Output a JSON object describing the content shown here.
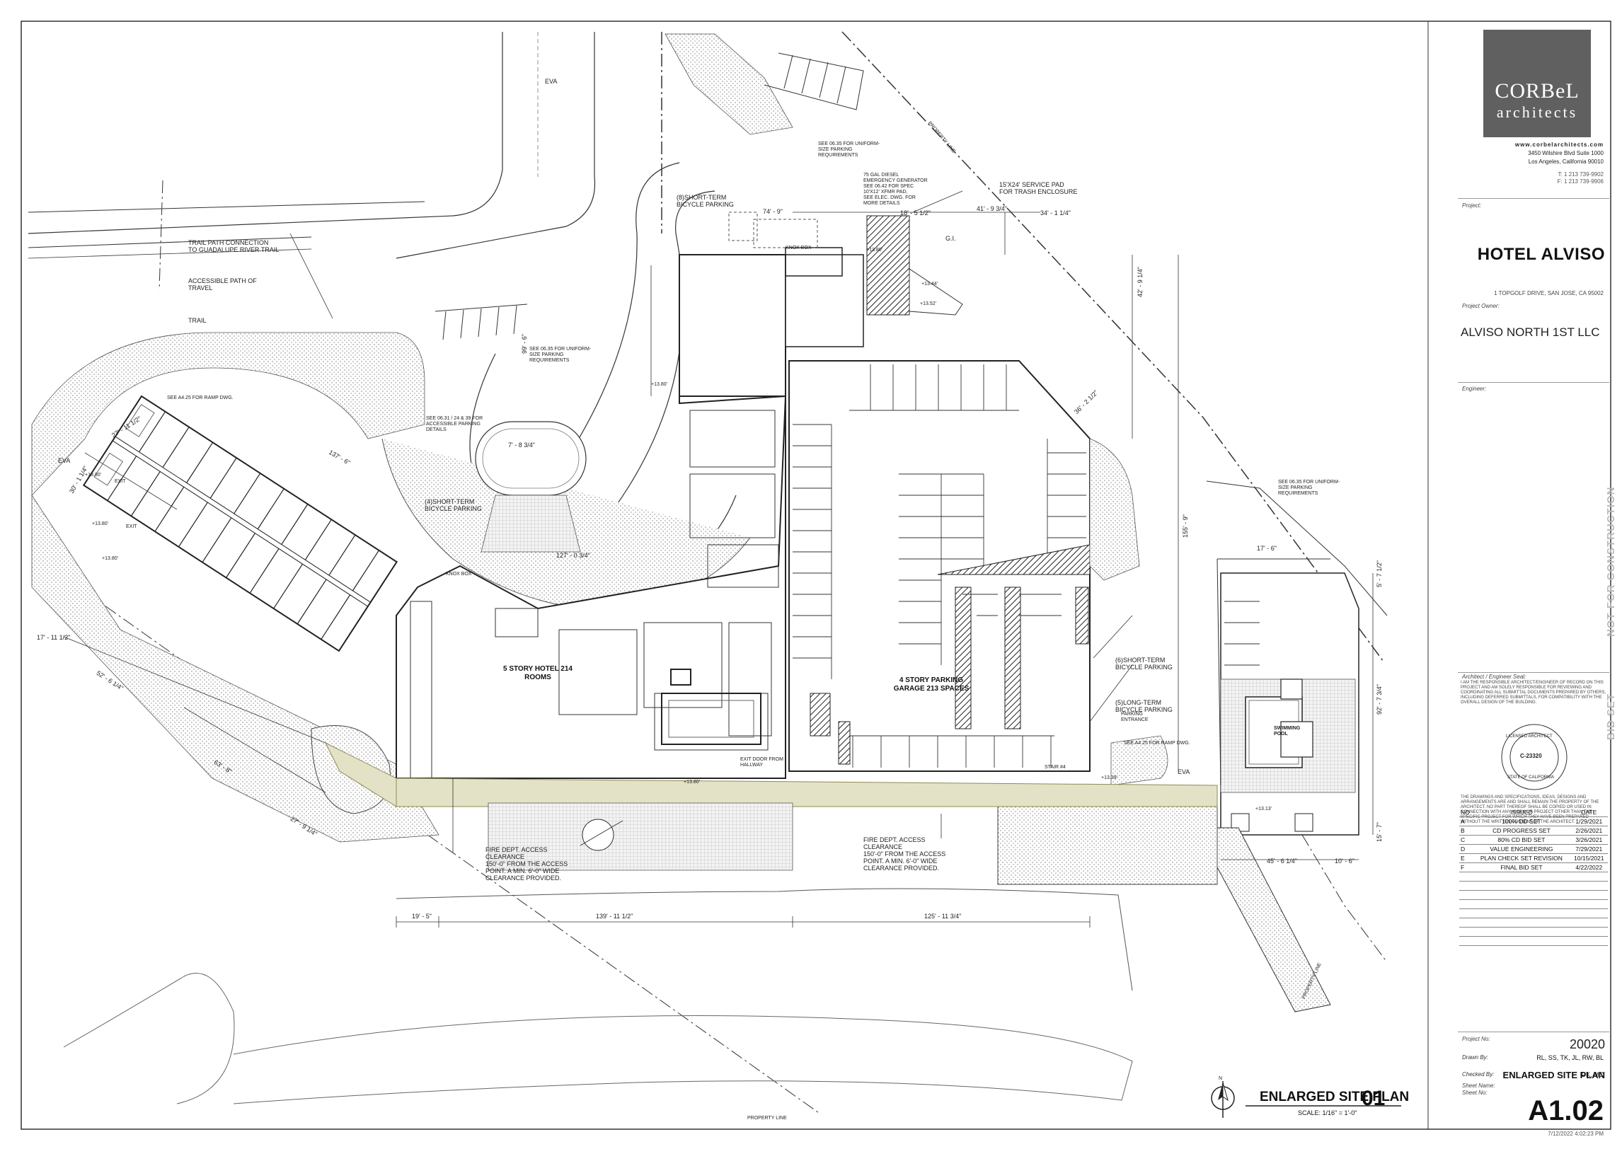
{
  "firm": {
    "name": "CORBeL",
    "sub": "architects",
    "website": "www.corbelarchitects.com",
    "address1": "3450 Wilshire Blvd Suite 1000",
    "address2": "Los Angeles, California 90010",
    "phone": "T: 1 213 739-9902",
    "fax": "F: 1 213 739-9906"
  },
  "project": {
    "label": "Project:",
    "name": "HOTEL ALVISO",
    "address": "1 TOPGOLF DRIVE, SAN JOSE, CA 95002",
    "owner_label": "Project Owner:",
    "owner": "ALVISO NORTH 1ST LLC",
    "engineer_label": "Engineer:",
    "seal_label": "Architect / Engineer Seal:",
    "seal_text": "I AM THE RESPONSIBLE ARCHITECT/ENGINEER OF RECORD ON THIS PROJECT AND AM SOLELY RESPONSIBLE FOR REVIEWING AND COORDINATING ALL SUBMITTAL DOCUMENTS PREPARED BY OTHERS, INCLUDING DEFERRED SUBMITTALS, FOR COMPATIBILITY WITH THE OVERALL DESIGN OF THE BUILDING.",
    "seal_number": "C-23320",
    "seal_top": "LICENSED ARCHITECT",
    "seal_bottom": "STATE OF CALIFORNIA",
    "rights_text": "THE DRAWINGS AND SPECIFICATIONS, IDEAS, DESIGNS AND ARRANGEMENTS ARE AND SHALL REMAIN THE PROPERTY OF THE ARCHITECT. NO PART THEREOF SHALL BE COPIED OR USED IN CONNECTION WITH ANY WORK OR PROJECT OTHER THAN THE SPECIFIC PROJECT FOR WHICH THEY HAVE BEEN PREPARED WITHOUT THE WRITTEN CONSENT OF THE ARCHITECT."
  },
  "stamps": {
    "not_for_construction": "NOT FOR CONSTRUCTION",
    "bid_set": "BID SET"
  },
  "revisions": {
    "headers": [
      "NO",
      "ISSUED",
      "DATE"
    ],
    "rows": [
      [
        "A",
        "100% DD SET",
        "1/29/2021"
      ],
      [
        "B",
        "CD PROGRESS SET",
        "2/26/2021"
      ],
      [
        "C",
        "80% CD BID SET",
        "3/26/2021"
      ],
      [
        "D",
        "VALUE ENGINEERING",
        "7/29/2021"
      ],
      [
        "E",
        "PLAN CHECK SET REVISION",
        "10/15/2021"
      ],
      [
        "F",
        "FINAL BID SET",
        "4/22/2022"
      ]
    ]
  },
  "info": {
    "project_no_label": "Project No:",
    "project_no": "20020",
    "drawn_label": "Drawn By:",
    "drawn": "RL, SS, TK, JL, RW, BL",
    "checked_label": "Checked By:",
    "checked": "DK, MC",
    "sheet_name_label": "Sheet Name:",
    "sheet_name": "ENLARGED SITE PLAN",
    "sheet_no_label": "Sheet No:",
    "sheet_no": "A1.02",
    "timestamp": "7/12/2022 4:02:23 PM"
  },
  "plan_title": {
    "name": "ENLARGED SITE PLAN",
    "number": "01",
    "scale": "SCALE:  1/16\" = 1'-0\"",
    "north": "N"
  },
  "labels": {
    "trail_connection": "TRAIL PATH CONNECTION\nTO GUADALUPE RIVER TRAIL",
    "accessible_path": "ACCESSIBLE PATH OF\nTRAVEL",
    "trail": "TRAIL",
    "eva_top": "EVA",
    "eva_left": "EVA",
    "eva_right": "EVA",
    "uniform_parking_1": "SEE 06.35 FOR UNIFORM-\nSIZE PARKING\nREQUIREMENTS",
    "uniform_parking_2": "SEE 06.35 FOR UNIFORM-\nSIZE PARKING\nREQUIREMENTS",
    "uniform_parking_3": "SEE 06.35 FOR UNIFORM-\nSIZE PARKING\nREQUIREMENTS",
    "generator": "75 GAL DIESEL\nEMERGENCY GENERATOR\nSEE 06.42 FOR SPEC\n10'X12' XFMR PAD,\nSEE ELEC. DWG. FOR\nMORE DETAILS",
    "short_term_8": "(8)SHORT-TERM\nBICYCLE PARKING",
    "short_term_4": "(4)SHORT-TERM\nBICYCLE PARKING",
    "short_term_6": "(6)SHORT-TERM\nBICYCLE PARKING",
    "long_term_5": "(5)LONG-TERM\nBICYCLE PARKING",
    "service_pad": "15'X24' SERVICE PAD\nFOR TRASH ENCLOSURE",
    "gi": "G.I.",
    "knox_box_1": "KNOX BOX",
    "knox_box_2": "KNOX BOX",
    "ramp_dwg_1": "SEE A4.25 FOR RAMP DWG.",
    "ramp_dwg_2": "SEE A4.25 FOR RAMP DWG.",
    "accessible_parking": "SEE 06.31 / 24 & 39 FOR\nACCESSIBLE PARKING\nDETAILS",
    "hotel": "5 STORY HOTEL\n214 ROOMS",
    "garage": "4 STORY\nPARKING GARAGE\n213 SPACES",
    "parking_entrance": "PARKING\nENTRANCE",
    "swimming_pool": "SWIMMING\nPOOL",
    "exit_door": "EXIT DOOR FROM\nHALLWAY",
    "fire_access_1": "FIRE DEPT. ACCESS\nCLEARANCE\n150'-0\" FROM THE ACCESS\nPOINT. A MIN. 6'-0\" WIDE\nCLEARANCE PROVIDED.",
    "fire_access_2": "FIRE DEPT. ACCESS\nCLEARANCE\n150'-0\" FROM THE ACCESS\nPOINT. A MIN. 6'-0\" WIDE\nCLEARANCE PROVIDED.",
    "property_line_top": "PROPERTY LINE",
    "property_line_bottom": "PROPERTY LINE",
    "property_line_right": "PROPERTY LINE",
    "exit_1": "EXIT",
    "exit_2": "EXIT",
    "stair": "STAIR #4"
  },
  "dimensions": {
    "d1": "19' - 5\"",
    "d2": "139' - 11 1/2\"",
    "d3": "125' - 11 3/4\"",
    "d4": "41' - 9 3/4\"",
    "d5": "34' - 1 1/4\"",
    "d6": "18' - 5 1/2\"",
    "d7": "74' - 9\"",
    "d8": "42' - 9 1/4\"",
    "d9": "155' - 9\"",
    "d10": "92' - 7 3/4\"",
    "d11": "45' - 6 1/4\"",
    "d12": "10' - 6\"",
    "d13": "5' - 7 1/2\"",
    "d14": "17' - 6\"",
    "d15": "15' - 7\"",
    "d16": "7' - 8 3/4\"",
    "d17": "127' - 0 3/4\"",
    "d18": "99' - 6\"",
    "d19": "63' - 8\"",
    "d20": "27' - 9 1/4\"",
    "d21": "52' - 6 1/4\"",
    "d22": "17' - 11 1/2\"",
    "d23": "36' - 2 1/2\"",
    "d24": "27' - 11 1/2\"",
    "d25": "30' - 1 1/4\"",
    "d26": "137' - 6\""
  },
  "elevations": {
    "e1": "+13.80'",
    "e2": "+13.80'",
    "e3": "+13.80'",
    "e4": "+13.44'",
    "e5": "+13.52'",
    "e6": "+13.39'",
    "e7": "+13.13'",
    "e8": "+13.80'",
    "e9": "+13.80'",
    "e10": "+13.80'"
  }
}
